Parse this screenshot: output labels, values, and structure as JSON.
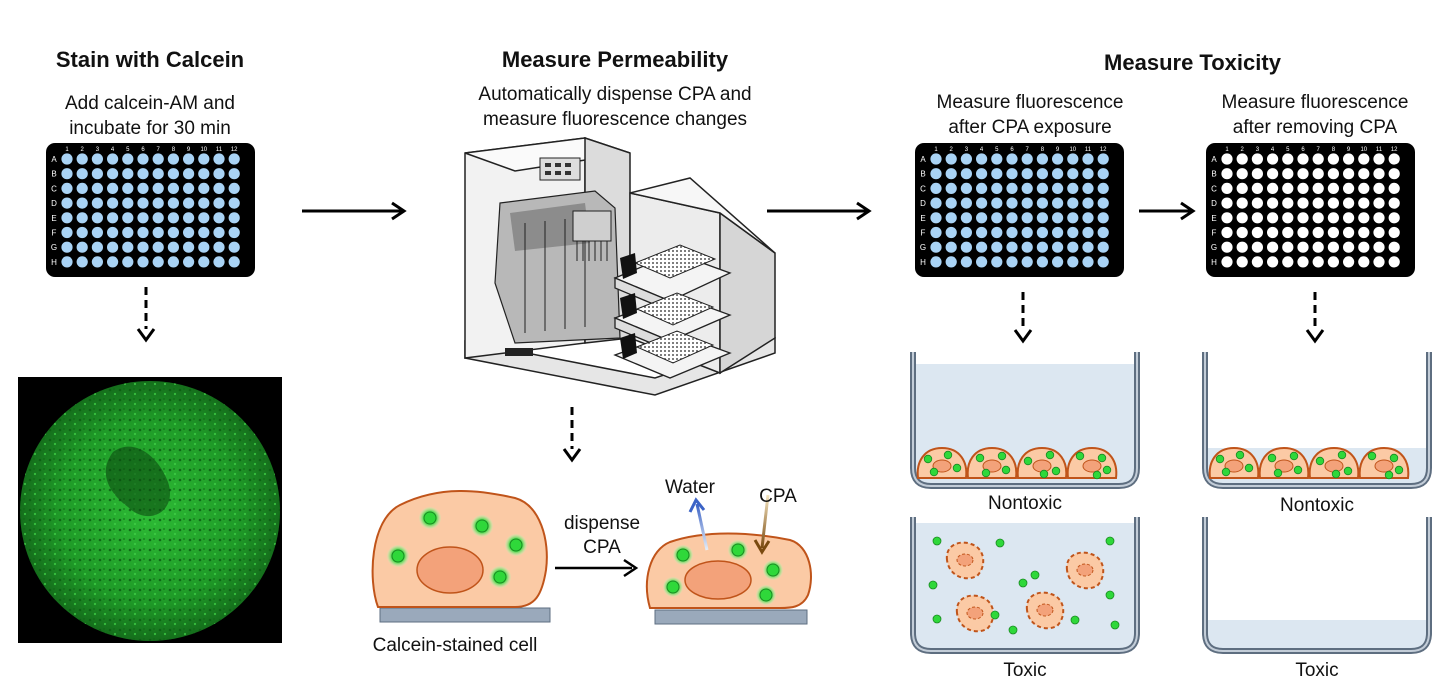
{
  "colors": {
    "well_blue": "#a9d3f5",
    "well_white": "#ffffff",
    "cell_fill": "#fbcaa5",
    "cell_stroke": "#c0541a",
    "nucleus_fill": "#f3a27a",
    "dot_green": "#2fd83a",
    "media_blue": "#dce7f1",
    "substrate": "#9aa9bb",
    "micrograph_green": "#1fa82a"
  },
  "plate": {
    "rows": [
      "A",
      "B",
      "C",
      "D",
      "E",
      "F",
      "G",
      "H"
    ],
    "cols": [
      "1",
      "2",
      "3",
      "4",
      "5",
      "6",
      "7",
      "8",
      "9",
      "10",
      "11",
      "12"
    ]
  },
  "stain": {
    "title": "Stain with Calcein",
    "sub1": "Add calcein-AM and",
    "sub2": "incubate for 30 min"
  },
  "permeability": {
    "title": "Measure Permeability",
    "sub1": "Automatically dispense CPA and",
    "sub2": "measure fluorescence changes",
    "cell_label": "Calcein-stained cell",
    "dispense1": "dispense",
    "dispense2": "CPA",
    "water": "Water",
    "cpa": "CPA"
  },
  "toxicity": {
    "title": "Measure Toxicity",
    "a_sub1": "Measure fluorescence",
    "a_sub2": "after CPA exposure",
    "b_sub1": "Measure fluorescence",
    "b_sub2": "after removing CPA",
    "nontoxic": "Nontoxic",
    "toxic": "Toxic"
  },
  "icons": [
    "flow-arrow-icon",
    "dashed-down-arrow-icon",
    "liquid-handler-instrument-icon",
    "well-plate-icon"
  ]
}
